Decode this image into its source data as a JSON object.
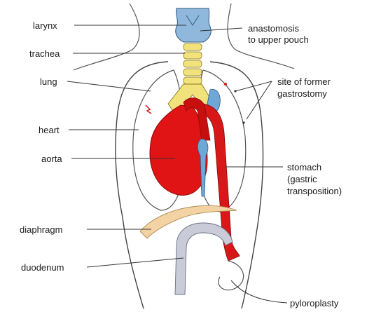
{
  "labels": {
    "larynx": "larynx",
    "trachea": "trachea",
    "lung": "lung",
    "heart": "heart",
    "aorta": "aorta",
    "diaphragm": "diaphragm",
    "duodenum": "duodenum",
    "anastomosis": [
      "anastomosis",
      "to upper pouch"
    ],
    "gastrostomy": [
      "site of former",
      "gastrostomy"
    ],
    "stomach": [
      "stomach",
      "(gastric",
      "transposition)"
    ],
    "pyloroplasty": "pyloroplasty"
  },
  "colors": {
    "outline": "#3a3a3a",
    "larynx": "#8fb8dc",
    "trachea": "#f2e27c",
    "heart": "#e01414",
    "stomach": "#d81818",
    "diaphragm": "#f3d3a3",
    "duodenum": "#c9ccd8",
    "vessel": "#6fa8d6"
  }
}
